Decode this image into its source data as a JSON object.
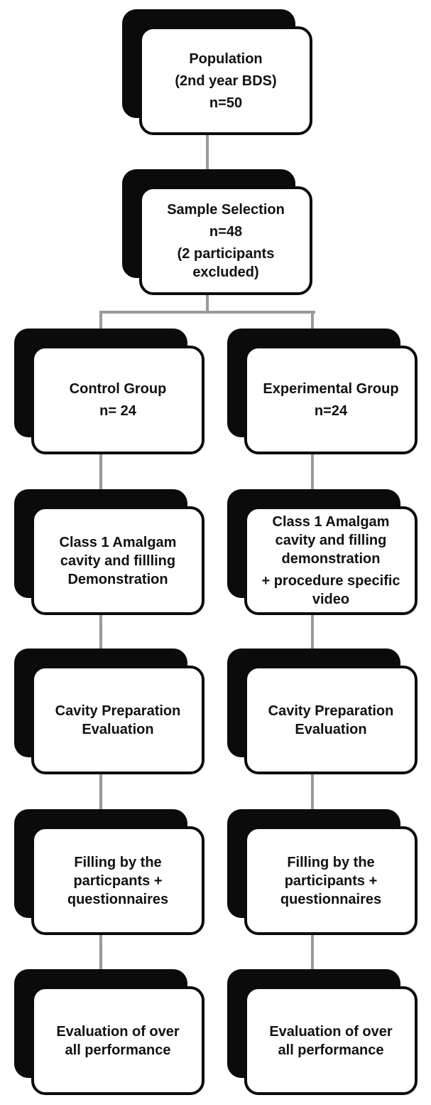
{
  "figure": {
    "type": "flowchart",
    "background": "#ffffff",
    "colors": {
      "shadow_box": "#0b0b0b",
      "card_background": "#ffffff",
      "card_border": "#0b0b0b",
      "connector": "#9a9a9a",
      "text": "#111111"
    },
    "nodes": {
      "population": {
        "paragraphs": [
          "Population",
          "(2nd year BDS)",
          "n=50"
        ]
      },
      "sample_selection": {
        "paragraphs": [
          "Sample Selection",
          "n=48",
          "(2 participants\nexcluded)"
        ]
      },
      "control_group": {
        "paragraphs": [
          "Control Group",
          "n= 24"
        ]
      },
      "experimental_group": {
        "paragraphs": [
          "Experimental Group",
          "n=24"
        ]
      },
      "demo_control": {
        "paragraphs": [
          "Class 1 Amalgam\ncavity and fillling\nDemonstration"
        ]
      },
      "demo_experimental": {
        "paragraphs": [
          "Class 1 Amalgam\ncavity and filling\ndemonstration",
          "+ procedure specific\nvideo"
        ]
      },
      "cavity_eval_control": {
        "paragraphs": [
          "Cavity Preparation\nEvaluation"
        ]
      },
      "cavity_eval_experimental": {
        "paragraphs": [
          "Cavity Preparation\nEvaluation"
        ]
      },
      "filling_control": {
        "paragraphs": [
          "Filling by the\nparticpants +\nquestionnaires"
        ]
      },
      "filling_experimental": {
        "paragraphs": [
          "Filling by the\nparticipants +\nquestionnaires"
        ]
      },
      "overall_eval_control": {
        "paragraphs": [
          "Evaluation of over\nall performance"
        ]
      },
      "overall_eval_experimental": {
        "paragraphs": [
          "Evaluation of over\nall performance"
        ]
      }
    },
    "edges": [
      "population -> sample_selection",
      "sample_selection -> control_group",
      "sample_selection -> experimental_group",
      "control_group -> demo_control",
      "demo_control -> cavity_eval_control",
      "cavity_eval_control -> filling_control",
      "filling_control -> overall_eval_control",
      "experimental_group -> demo_experimental",
      "demo_experimental -> cavity_eval_experimental",
      "cavity_eval_experimental -> filling_experimental",
      "filling_experimental -> overall_eval_experimental"
    ]
  }
}
